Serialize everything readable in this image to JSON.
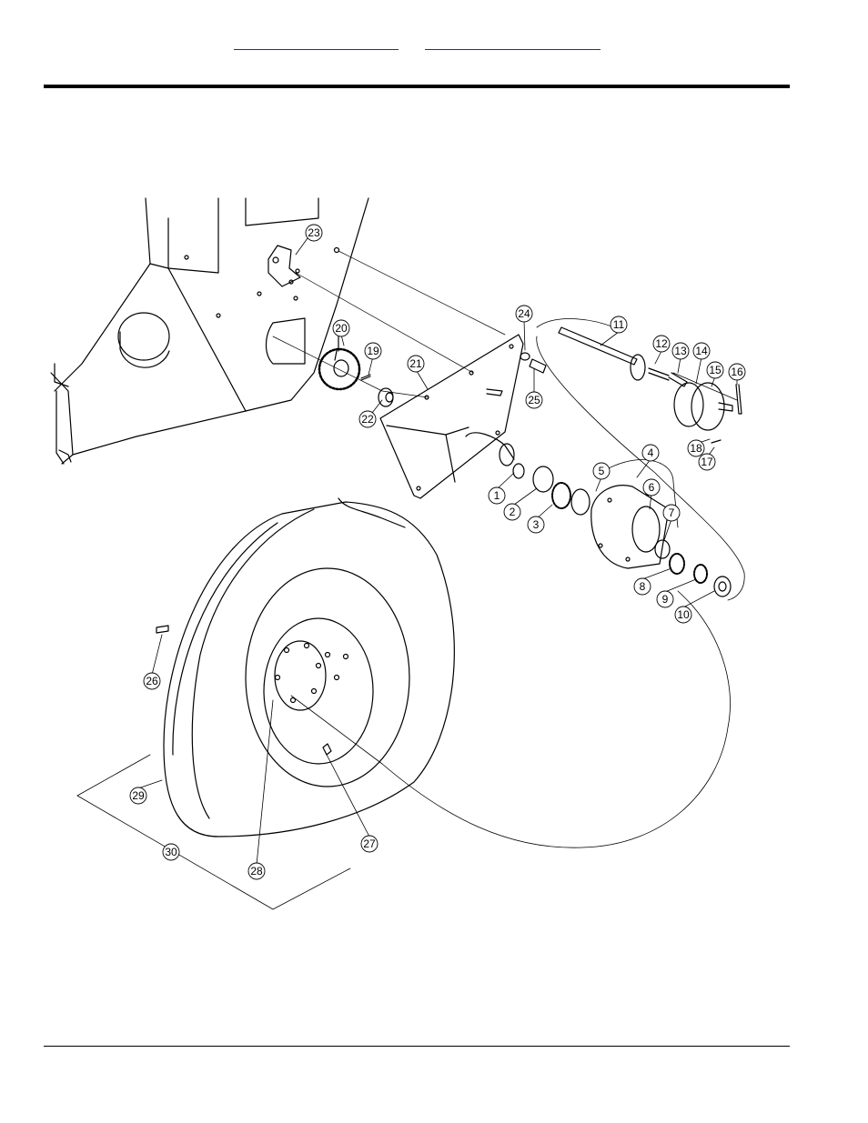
{
  "header": {
    "link_1_text": "",
    "link_2_text": ""
  },
  "callouts": [
    "1",
    "2",
    "3",
    "4",
    "5",
    "6",
    "7",
    "8",
    "9",
    "10",
    "11",
    "12",
    "13",
    "14",
    "15",
    "16",
    "17",
    "18",
    "19",
    "20",
    "21",
    "22",
    "23",
    "24",
    "25",
    "26",
    "27",
    "28",
    "29",
    "30"
  ]
}
